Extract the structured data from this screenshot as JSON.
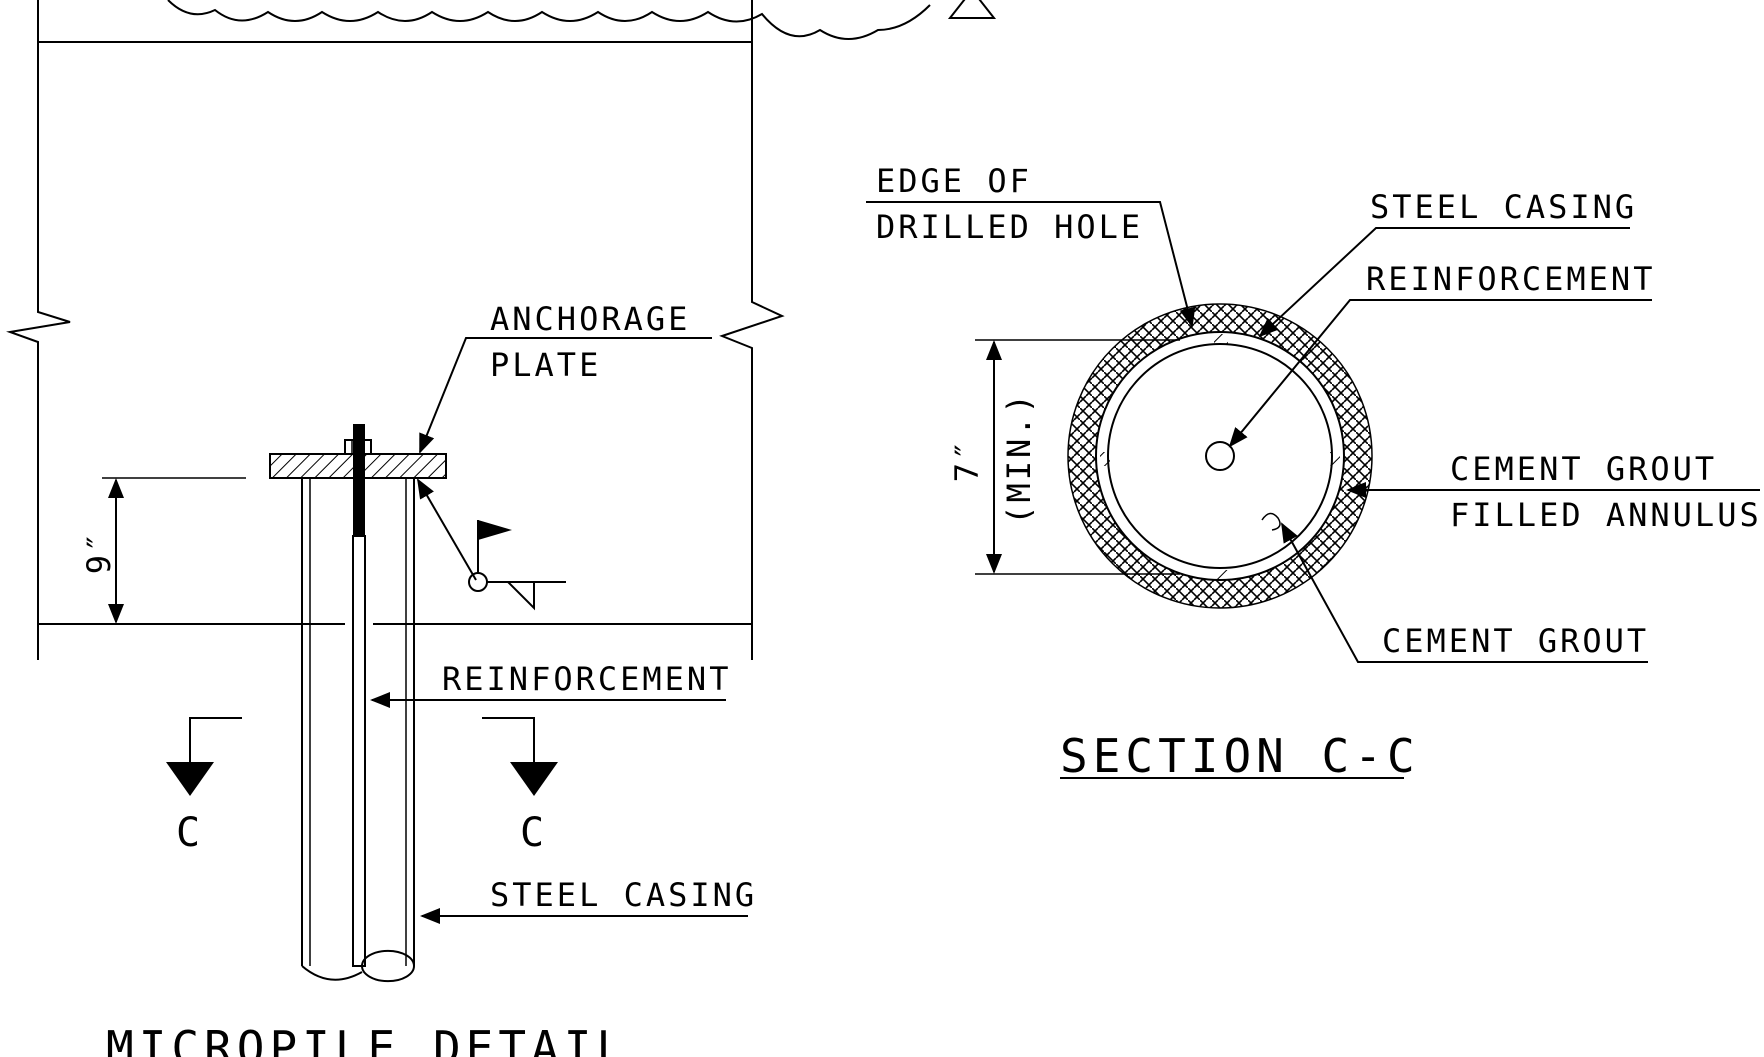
{
  "colors": {
    "ink": "#000000",
    "paper": "#ffffff"
  },
  "micropile_detail": {
    "title": "MICROPILE DETAIL",
    "labels": {
      "anchorage_plate_line1": "ANCHORAGE",
      "anchorage_plate_line2": "PLATE",
      "reinforcement": "REINFORCEMENT",
      "steel_casing": "STEEL CASING",
      "dimension": "9″",
      "section_mark_left": "C",
      "section_mark_right": "C"
    }
  },
  "section_cc": {
    "title": "SECTION C-C",
    "labels": {
      "edge_line1": "EDGE OF",
      "edge_line2": "DRILLED HOLE",
      "steel_casing": "STEEL CASING",
      "reinforcement": "REINFORCEMENT",
      "annulus_line1": "CEMENT GROUT",
      "annulus_line2": "FILLED ANNULUS",
      "cement_grout": "CEMENT GROUT",
      "dimension": "7″",
      "dimension_note": "(MIN.)"
    }
  },
  "icons": {
    "revision_triangle": "revision-triangle-icon",
    "weld_symbol": "weld-symbol-icon",
    "section_arrow": "section-arrow-icon"
  }
}
